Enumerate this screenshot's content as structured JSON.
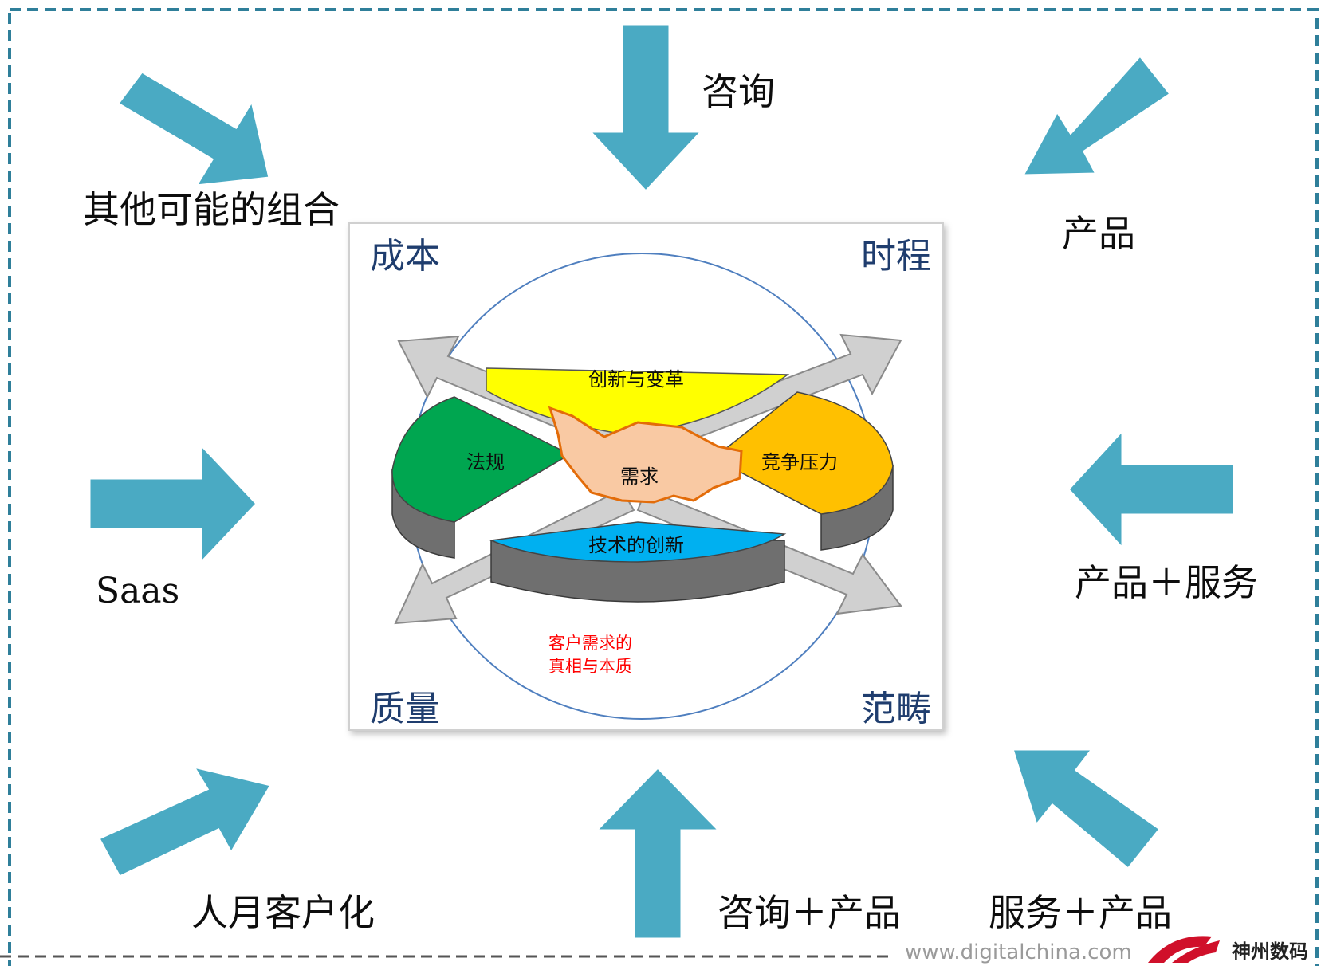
{
  "colors": {
    "arrow_teal": "#4aaac3",
    "frame_dash": "#2f7f9a",
    "green": "#00a650",
    "yellow": "#ffff00",
    "orange": "#ffc000",
    "blue": "#00b0f0",
    "demand_fill": "#f9c9a3",
    "demand_outline": "#e36c09",
    "red_text": "#ff0000"
  },
  "outer_labels": {
    "top": "咨询",
    "top_left": "其他可能的组合",
    "top_right": "产品",
    "left": "Saas",
    "right": "产品＋服务",
    "bottom_left": "人月客户化",
    "bottom": "咨询＋产品",
    "bottom_right": "服务＋产品"
  },
  "inner_corners": {
    "top_left": "成本",
    "top_right": "时程",
    "bottom_left": "质量",
    "bottom_right": "范畴"
  },
  "segments": {
    "top": "创新与变革",
    "left": "法规",
    "right": "竞争压力",
    "bottom": "技术的创新"
  },
  "center": "需求",
  "caption_line1": "客户需求的",
  "caption_line2": "真相与本质",
  "footer": {
    "url": "www.digitalchina.com",
    "brand": "神州数码",
    "logo_icon": "digitalchina-logo-icon"
  }
}
